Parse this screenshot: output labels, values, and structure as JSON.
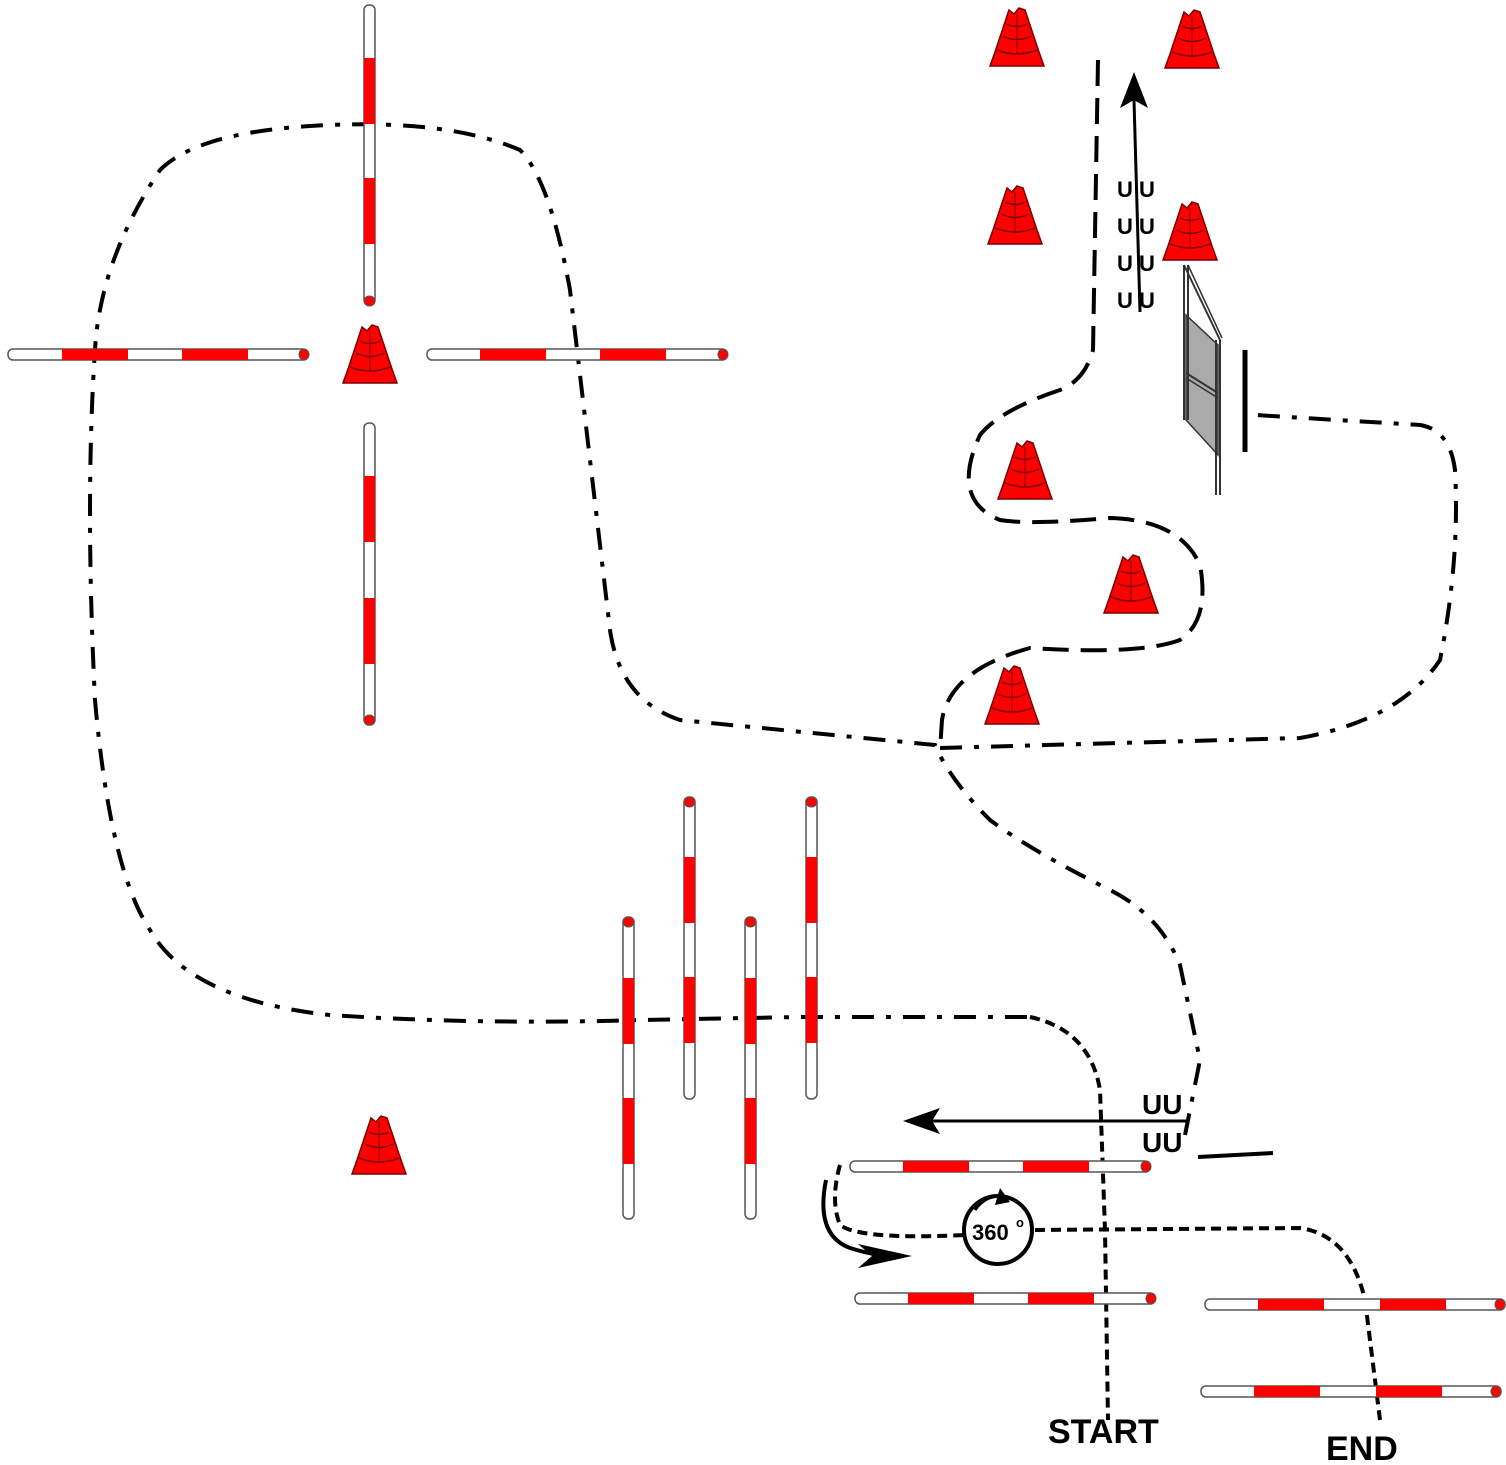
{
  "labels": {
    "start": "START",
    "end": "END",
    "rotation": "360",
    "rotation_unit": "o"
  },
  "u_marks": {
    "rows": [
      "U U",
      "U U",
      "U U",
      "U U"
    ],
    "left_pair": [
      "UU",
      "UU"
    ]
  },
  "colors": {
    "cone": "#ff0000",
    "pole_stripe": "#ff0000",
    "pole_body": "#ffffff",
    "path": "#000000",
    "gate": "#aaaaaa"
  }
}
